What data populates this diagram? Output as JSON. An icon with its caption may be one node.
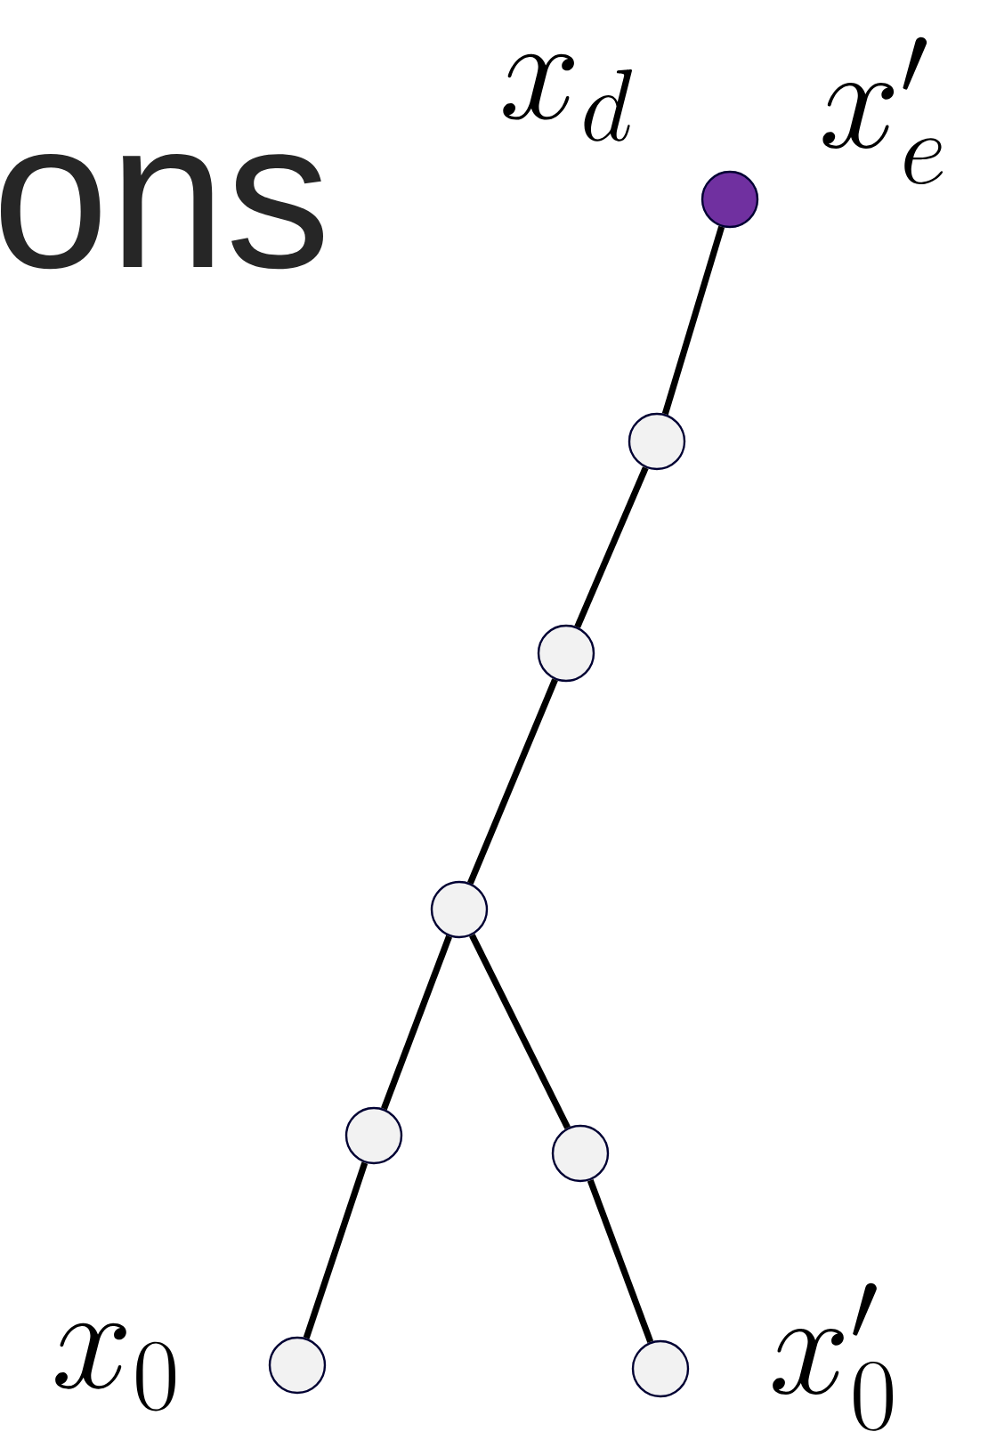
{
  "diagram": {
    "title": "ons",
    "nodes": [
      {
        "text": [],
        "shape": "circle"
      },
      {
        "text": [],
        "shape": "circle"
      },
      {
        "text": [],
        "shape": "circle"
      },
      {
        "text": [],
        "shape": "circle"
      },
      {
        "text": [],
        "shape": "circle"
      },
      {
        "text": [],
        "shape": "circle"
      },
      {
        "text": [],
        "shape": "circle"
      },
      {
        "text": [],
        "shape": "circle"
      }
    ],
    "edges": [
      {
        "from": 0,
        "to": 1,
        "arrow": "none"
      },
      {
        "from": 1,
        "to": 2,
        "arrow": "none"
      },
      {
        "from": 2,
        "to": 3,
        "arrow": "none"
      },
      {
        "from": 3,
        "to": 4,
        "arrow": "none"
      },
      {
        "from": 4,
        "to": 6,
        "arrow": "none"
      },
      {
        "from": 3,
        "to": 5,
        "arrow": "none"
      },
      {
        "from": 5,
        "to": 7,
        "arrow": "none"
      }
    ],
    "labels": [
      "x_d",
      "x'_e",
      "x_0",
      "x'_0"
    ]
  }
}
